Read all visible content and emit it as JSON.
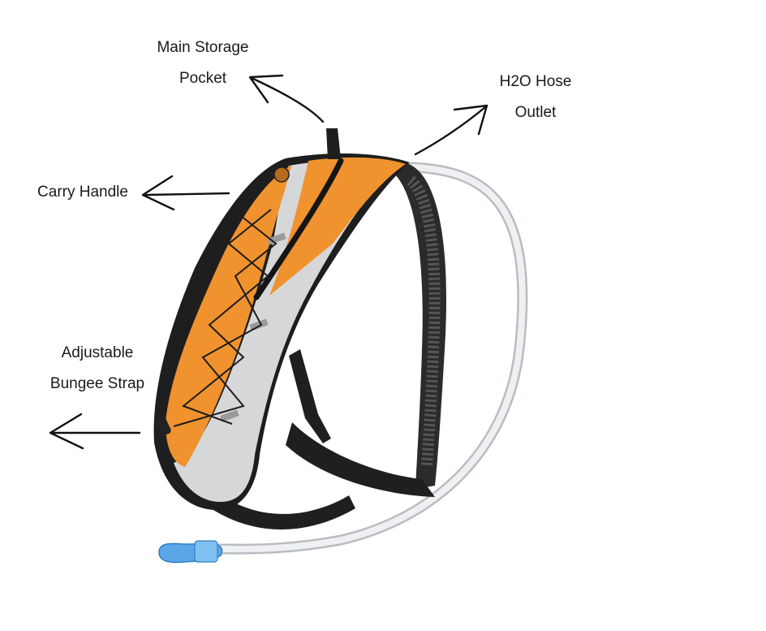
{
  "labels": {
    "main_storage": {
      "line1": "Main Storage",
      "line2": "Pocket"
    },
    "h2o_hose": {
      "line1": "H2O Hose",
      "line2": "Outlet"
    },
    "carry_handle": {
      "line1": "Carry Handle"
    },
    "bungee_strap": {
      "line1": "Adjustable",
      "line2": "Bungee Strap"
    }
  },
  "colors": {
    "accent_orange": "#f0922e",
    "panel_grey": "#d9d9d9",
    "trim_black": "#1e1e1e",
    "tube": "#e6e8ea",
    "bite_valve": "#5aa6e6"
  }
}
